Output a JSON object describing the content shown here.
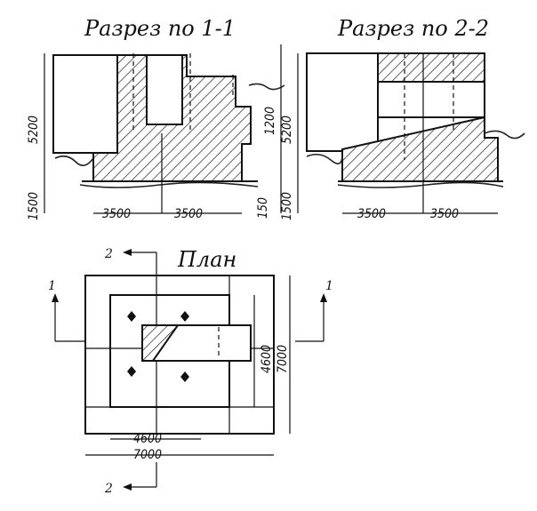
{
  "titles": {
    "section_1": "Разрез по 1-1",
    "section_2": "Разрез по 2-2",
    "plan": "План"
  },
  "section_1": {
    "height_upper": "5200",
    "height_lower": "1500",
    "height_right": "1200",
    "width_left": "3500",
    "width_right": "3500",
    "small_right": "150"
  },
  "section_2": {
    "height_upper": "5200",
    "height_lower": "1500",
    "width_left": "3500",
    "width_right": "3500"
  },
  "plan": {
    "inner_width": "4600",
    "outer_width": "7000",
    "inner_height": "4600",
    "outer_height": "7000",
    "cut_1_left": "1",
    "cut_1_right": "1",
    "cut_2_top": "2",
    "cut_2_bottom": "2"
  }
}
